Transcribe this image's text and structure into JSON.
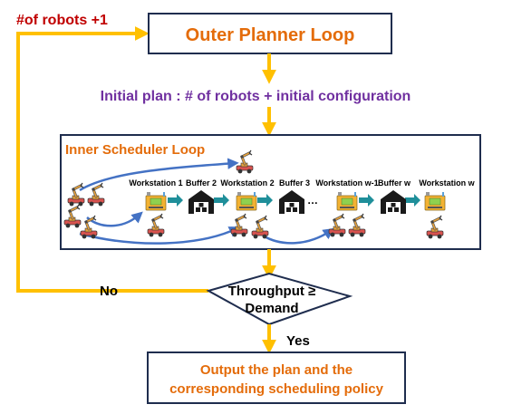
{
  "robots_label": "#of robots +1",
  "outer_planner": "Outer Planner Loop",
  "initial_plan": "Initial plan : # of robots + initial configuration",
  "inner_scheduler": "Inner Scheduler Loop",
  "stations": {
    "ws1": "Workstation 1",
    "buf2": "Buffer 2",
    "ws2": "Workstation 2",
    "buf3": "Buffer 3",
    "ellipsis": "…",
    "wsw1": "Workstation w-1",
    "bufw": "Buffer w",
    "wsw": "Workstation w"
  },
  "decision": {
    "line1": "Throughput ≥",
    "line2": "Demand"
  },
  "no_label": "No",
  "yes_label": "Yes",
  "output": {
    "line1": "Output the plan and the",
    "line2": "corresponding scheduling policy"
  },
  "colors": {
    "orange_text": "#e46c0a",
    "purple_text": "#7030a0",
    "red_text": "#c00000",
    "arrow_yellow": "#ffc000",
    "box_border": "#1f2d4e",
    "blue_arrow": "#4472c4",
    "teal_arrow": "#1f8f9a"
  },
  "icons": {
    "robot": "robot-arm-icon",
    "workstation": "workstation-icon",
    "buffer": "warehouse-icon"
  }
}
